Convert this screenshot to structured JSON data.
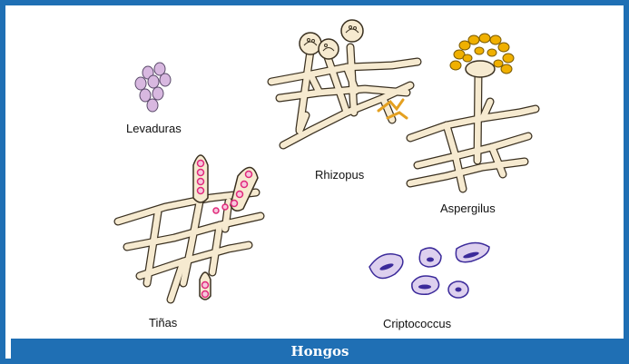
{
  "figure": {
    "caption": "Hongos",
    "labels": {
      "levaduras": "Levaduras",
      "rhizopus": "Rhizopus",
      "aspergilus": "Aspergilus",
      "tinas": "Tiñas",
      "criptococcus": "Criptococcus"
    }
  },
  "colors": {
    "frame": "#1f6fb4",
    "hypha_fill": "#f6ead0",
    "hypha_stroke": "#3a3020",
    "yeast": "#d8b8e0",
    "spore_ring": "#e0287a",
    "conidia": "#f0b000",
    "crypto_fill": "#ddd0ee",
    "crypto_nucleus": "#3b2a9a"
  }
}
